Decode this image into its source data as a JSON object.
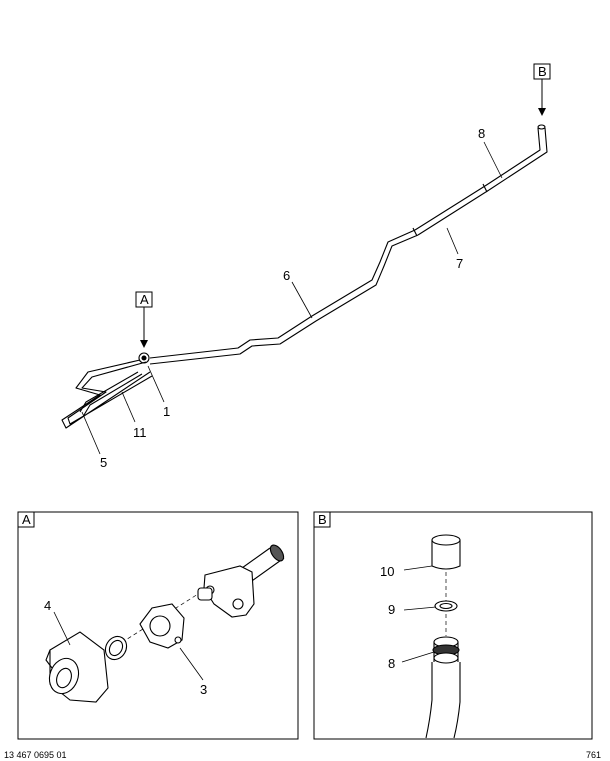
{
  "callouts": {
    "p1": "1",
    "p3": "3",
    "p4": "4",
    "p5": "5",
    "p6": "6",
    "p7": "7",
    "p8_main": "8",
    "p8_detail": "8",
    "p9": "9",
    "p10": "10",
    "p11": "11"
  },
  "view_refs": {
    "a_marker": "A",
    "b_marker": "B",
    "a_panel": "A",
    "b_panel": "B"
  },
  "footer": {
    "doc_id": "13 467 0695 01",
    "page_ref": "761"
  }
}
